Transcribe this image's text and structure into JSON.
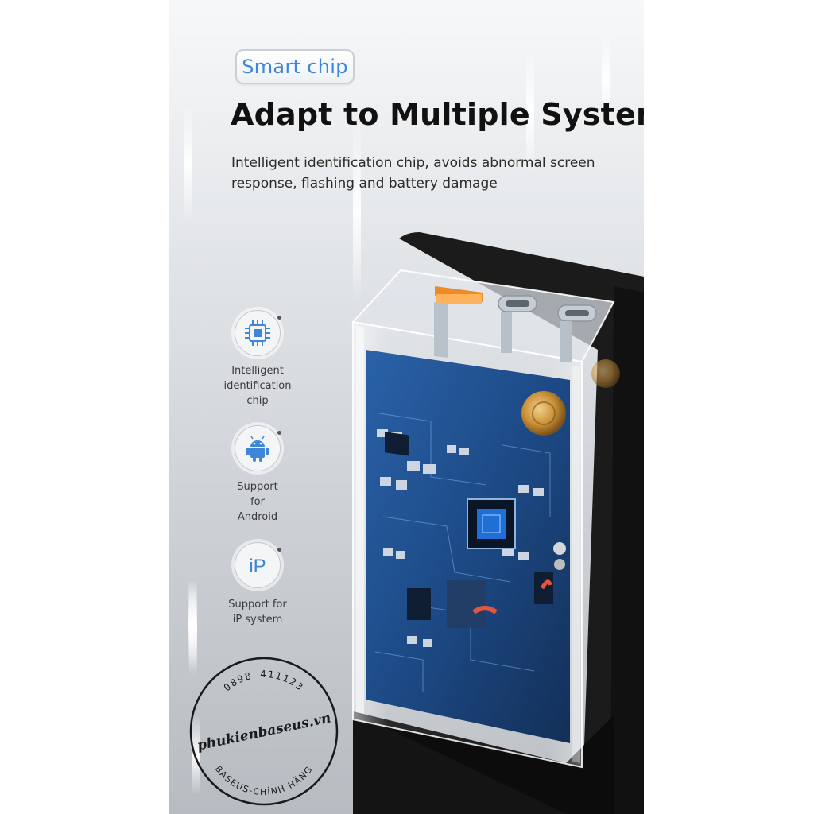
{
  "badge": {
    "label": "Smart chip"
  },
  "headline": "Adapt to Multiple Systems",
  "subtitle": "Intelligent identification chip, avoids abnormal screen response, flashing and battery damage",
  "features": [
    {
      "icon": "chip-icon",
      "label": "Intelligent identification chip"
    },
    {
      "icon": "android-icon",
      "label": "Support for Android"
    },
    {
      "icon": "ip-icon",
      "icon_text": "iP",
      "label": "Support for iP system"
    }
  ],
  "watermark": {
    "phone": "0898 411123",
    "site": "phukienbaseus.vn",
    "tagline": "BASEUS-CHÍNH HÃNG"
  },
  "colors": {
    "accent": "#3d86d8",
    "headline": "#111111",
    "pcb": "#1f4f8e",
    "charger_body": "#1a1a1a"
  }
}
